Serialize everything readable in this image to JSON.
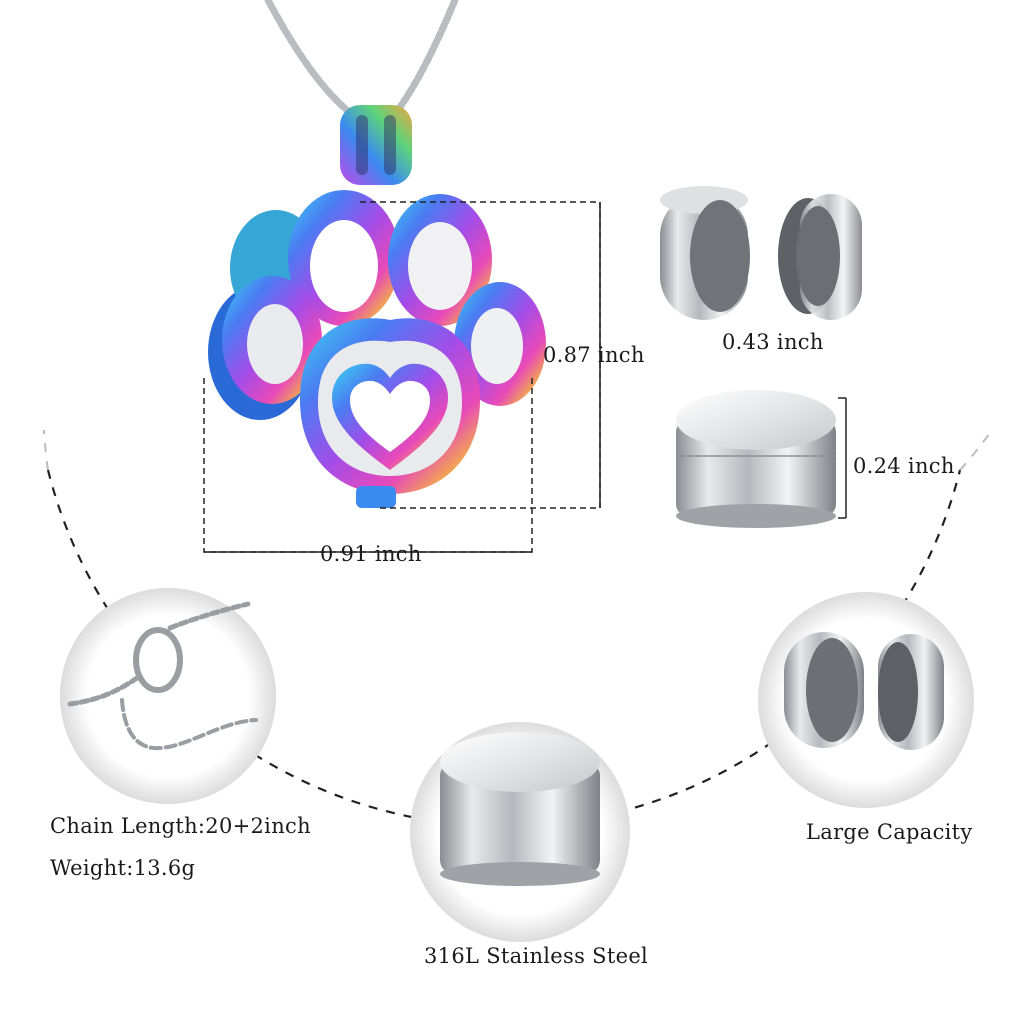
{
  "dimensions": {
    "height": "0.87 inch",
    "width": "0.91 inch",
    "capsule_diameter": "0.43 inch",
    "capsule_height": "0.24 inch"
  },
  "specs": {
    "chain_length": "Chain Length:20+2inch",
    "weight": "Weight:13.6g"
  },
  "features": {
    "material": "316L Stainless Steel",
    "capacity": "Large Capacity"
  },
  "colors": {
    "background": "#ffffff",
    "steel": "#c9cbcf",
    "rainbow": [
      "#3bd6f0",
      "#4a7cf2",
      "#a44ce8",
      "#e84ab8",
      "#f2b640",
      "#5fd37a"
    ]
  }
}
